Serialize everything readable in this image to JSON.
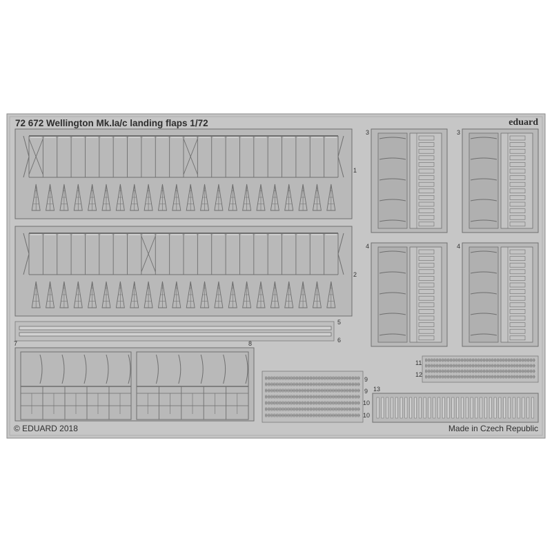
{
  "sheet": {
    "title": "72 672 Wellington Mk.Ia/c landing flaps 1/72",
    "brand": "eduard",
    "copyright": "© EDUARD 2018",
    "origin": "Made in Czech Republic",
    "colors": {
      "background": "#ffffff",
      "fret": "#c6c6c6",
      "part": "#b9b9b9",
      "line": "#6e6e6e"
    }
  },
  "part_numbers": {
    "flap_1": "1",
    "flap_2": "2",
    "panel_3a": "3",
    "panel_3b": "3",
    "panel_4a": "4",
    "panel_4b": "4",
    "strip_5": "5",
    "strip_6": "6",
    "panel_7": "7",
    "panel_8": "8",
    "row_9a": "9",
    "row_9b": "9",
    "row_10a": "10",
    "row_10b": "10",
    "row_11": "11",
    "row_12": "12",
    "comb_13": "13"
  }
}
